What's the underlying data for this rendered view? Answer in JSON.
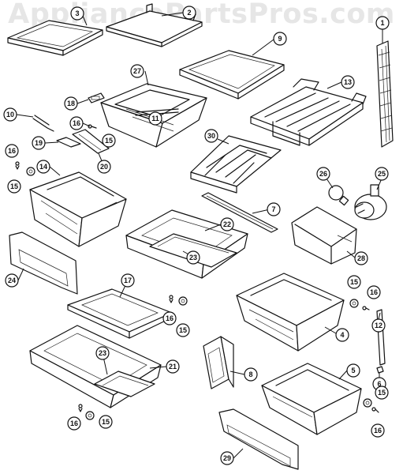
{
  "watermark": "AppliancePartsPros.com",
  "callouts": {
    "c1": "1",
    "c2": "2",
    "c3": "3",
    "c4": "4",
    "c5": "5",
    "c6": "6",
    "c7": "7",
    "c8": "8",
    "c9": "9",
    "c10": "10",
    "c11": "11",
    "c12": "12",
    "c13": "13",
    "c14": "14",
    "c15": "15",
    "c16": "16",
    "c17": "17",
    "c18": "18",
    "c19": "19",
    "c20": "20",
    "c21": "21",
    "c22": "22",
    "c23": "23",
    "c24": "24",
    "c25": "25",
    "c26": "26",
    "c27": "27",
    "c28": "28",
    "c29": "29",
    "c30": "30"
  }
}
